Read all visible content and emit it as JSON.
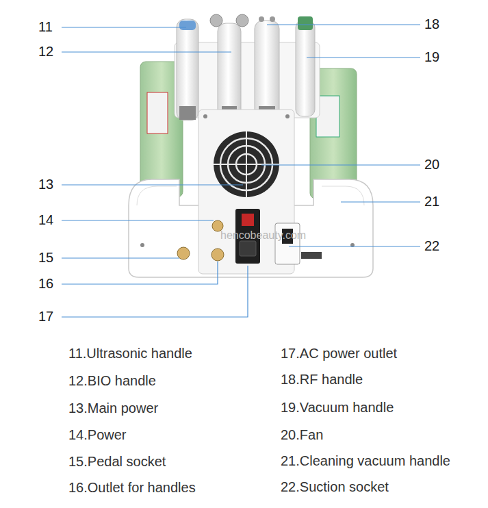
{
  "diagram": {
    "labels": [
      "11",
      "12",
      "13",
      "14",
      "15",
      "16",
      "17",
      "18",
      "19",
      "20",
      "21",
      "22",
      "11.Ultrasonic handle",
      "12.BIO handle",
      "13.Main power",
      "14.Power",
      "15.Pedal socket",
      "16.Outlet for handles",
      "17.AC power outlet",
      "18.RF handle",
      "19.Vacuum handle",
      "20.Fan",
      "21.Cleaning vacuum handle",
      "22.Suction socket",
      "hencobeauty.com"
    ]
  }
}
